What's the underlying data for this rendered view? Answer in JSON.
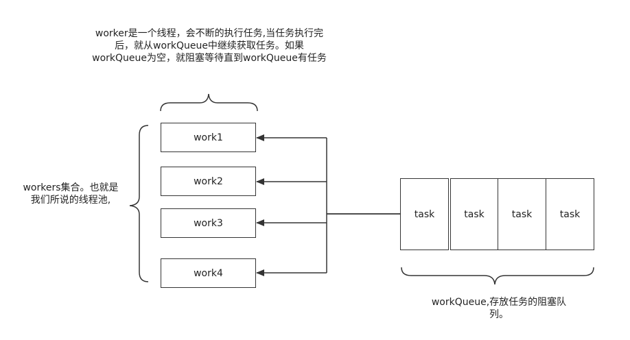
{
  "worker_note": {
    "text": "worker是一个线程，会不断的执行任务,当任务执行完后，就从workQueue中继续获取任务。如果workQueue为空，就阻塞等待直到workQueue有任务"
  },
  "pool_note": {
    "text": "workers集合。也就是我们所说的线程池,"
  },
  "workers": [
    {
      "label": "work1"
    },
    {
      "label": "work2"
    },
    {
      "label": "work3"
    },
    {
      "label": "work4"
    }
  ],
  "queue": {
    "tasks": [
      {
        "label": "task"
      },
      {
        "label": "task"
      },
      {
        "label": "task"
      },
      {
        "label": "task"
      }
    ],
    "note": "workQueue,存放任务的阻塞队列。"
  },
  "colors": {
    "line": "#333333",
    "text": "#222222",
    "background": "#ffffff"
  }
}
